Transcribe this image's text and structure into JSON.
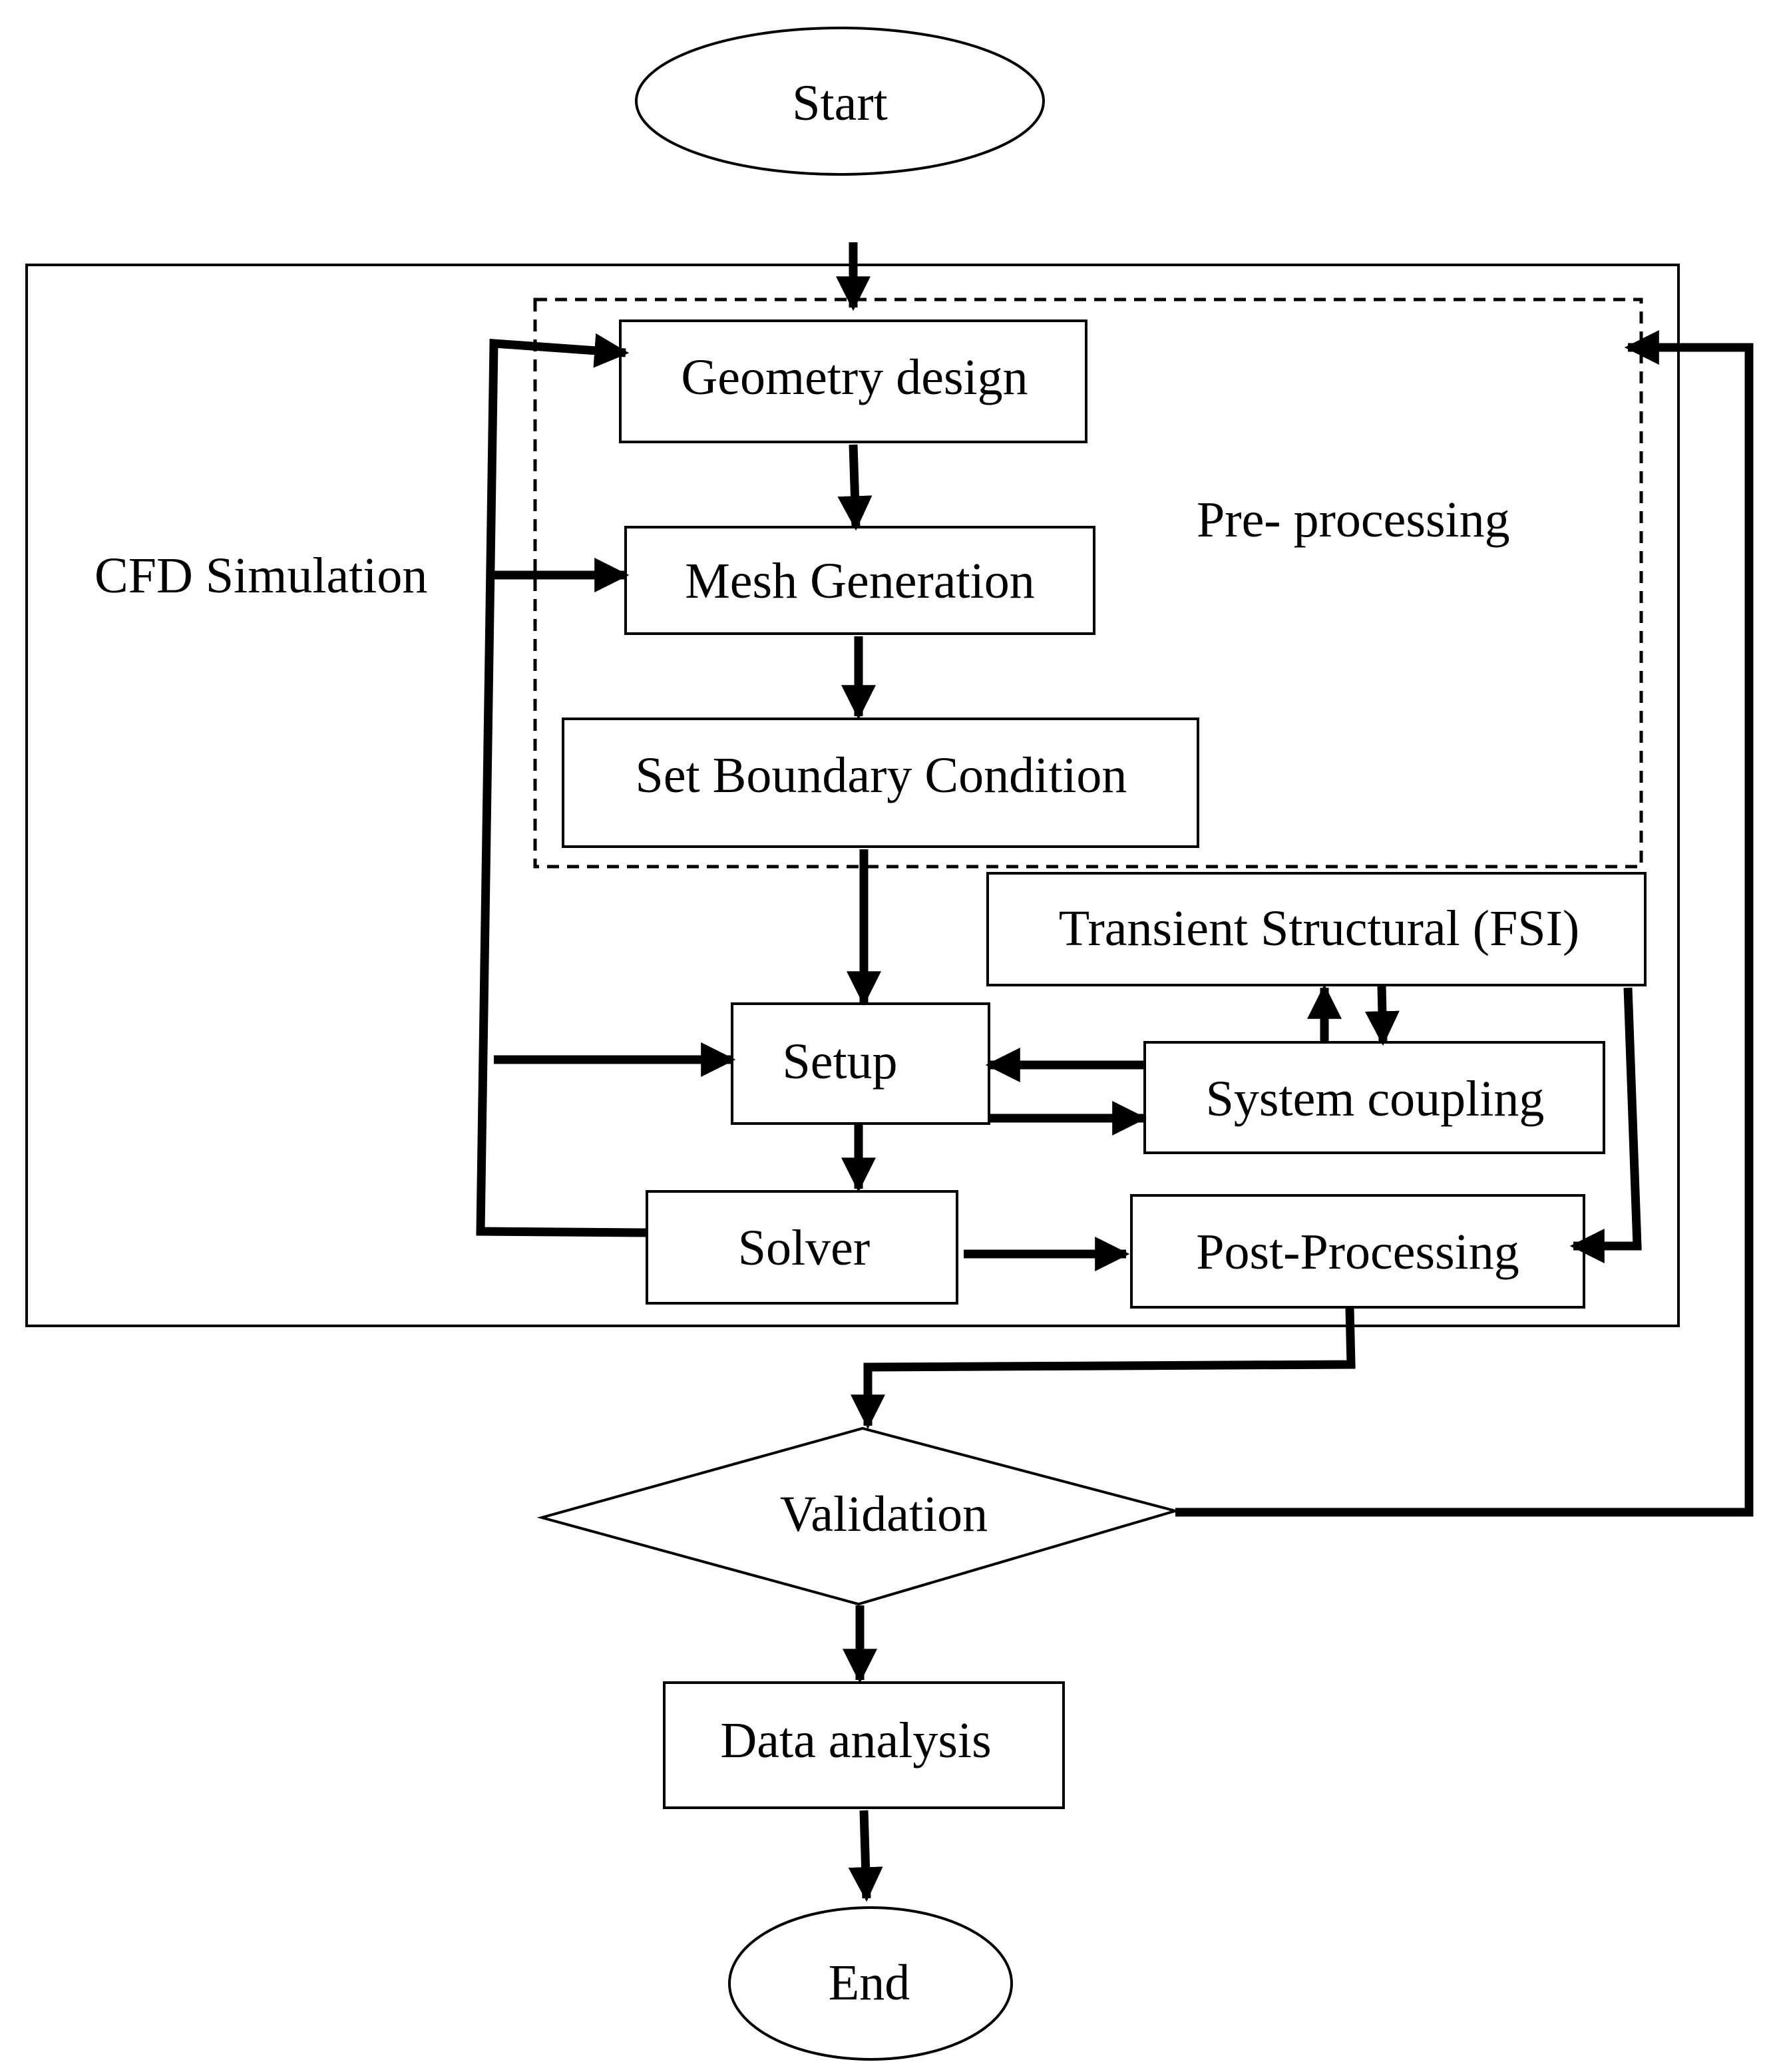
{
  "nodes": {
    "start": "Start",
    "cfd_simulation": "CFD Simulation",
    "pre_processing": "Pre- processing",
    "geometry_design": "Geometry design",
    "mesh_generation": "Mesh Generation",
    "set_boundary_condition": "Set Boundary Condition",
    "transient_structural": "Transient Structural (FSI)",
    "setup": "Setup",
    "system_coupling": "System coupling",
    "solver": "Solver",
    "post_processing": "Post-Processing",
    "validation": "Validation",
    "data_analysis": "Data analysis",
    "end": "End"
  }
}
